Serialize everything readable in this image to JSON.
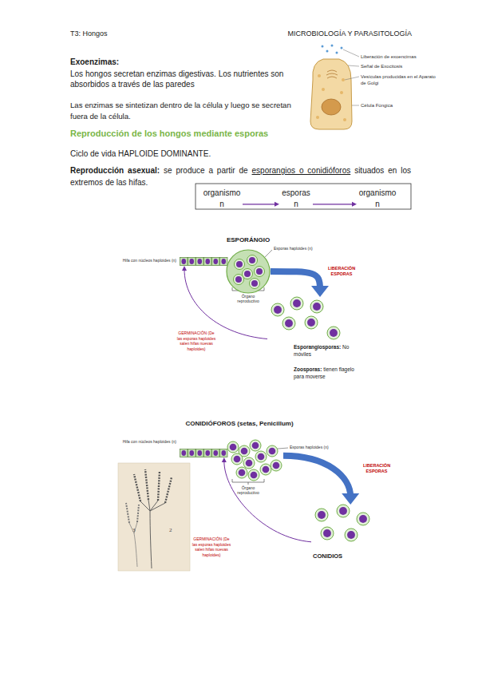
{
  "diagram": {
    "nodes": [
      {
        "text": [
          "organismo",
          "n"
        ]
      },
      {
        "text": [
          "esporas",
          "n"
        ]
      },
      {
        "text": [
          "organismo",
          "n"
        ]
      },
      {
        "text": [
          "Hifa con núcleos haploides (n)"
        ]
      },
      {
        "text": [
          "ESPORÁNGIO"
        ]
      },
      {
        "text": [
          "Esporangiosporas:",
          "No móviles",
          "Zoosporas:",
          "tienen flagelo para moverse"
        ]
      },
      {
        "text": [
          "Hifa con núcleos haploides (n)"
        ]
      },
      {
        "text": [
          "CONIDIÓFOROS (setas, Penicillum)"
        ]
      },
      {
        "text": [
          "CONIDIOS"
        ]
      }
    ],
    "edges": [
      {
        "from": 0,
        "to": 1,
        "arrow": "to"
      },
      {
        "from": 1,
        "to": 2,
        "arrow": "to"
      },
      {
        "from": 4,
        "to": 5,
        "label": "LIBERACIÓN ESPORAS",
        "arrow": "to"
      },
      {
        "from": 5,
        "to": 3,
        "label": "GERMINACIÓN (De las esporas haploides salen hifas nuevas haploides)",
        "arrow": "to"
      },
      {
        "from": 7,
        "to": 8,
        "label": "LIBERACIÓN ESPORAS",
        "arrow": "to"
      },
      {
        "from": 8,
        "to": 6,
        "label": "GERMINACIÓN (De las esporas haploides salen hifas nuevas haploides)",
        "arrow": "to"
      }
    ],
    "labels": [
      "T3: Hongos",
      "MICROBIOLOGÍA Y PARASITOLOGÍA",
      "Exoenzimas:",
      "Los hongos secretan enzimas digestivas. Los nutrientes son absorbidos a través de las paredes",
      "Las enzimas se sintetizan dentro de la célula y luego se secretan fuera de la célula.",
      "Liberación de exoencimas",
      "Señal de Exocitosis",
      "Vesículas producidas en el Aparato de Golgi",
      "Célula Fúngica",
      "Reproducción de los hongos mediante esporas",
      "Ciclo de vida HAPLOIDE DOMINANTE.",
      "Reproducción asexual:",
      "se produce a partir de",
      "esporangios o conidióforos",
      "situados en los extremos de las hifas.",
      "Esporas haploides (n)",
      "Órgano reproductivo",
      "Esporas haploides (n)",
      "Órgano reproductivo",
      "3",
      "2"
    ]
  }
}
